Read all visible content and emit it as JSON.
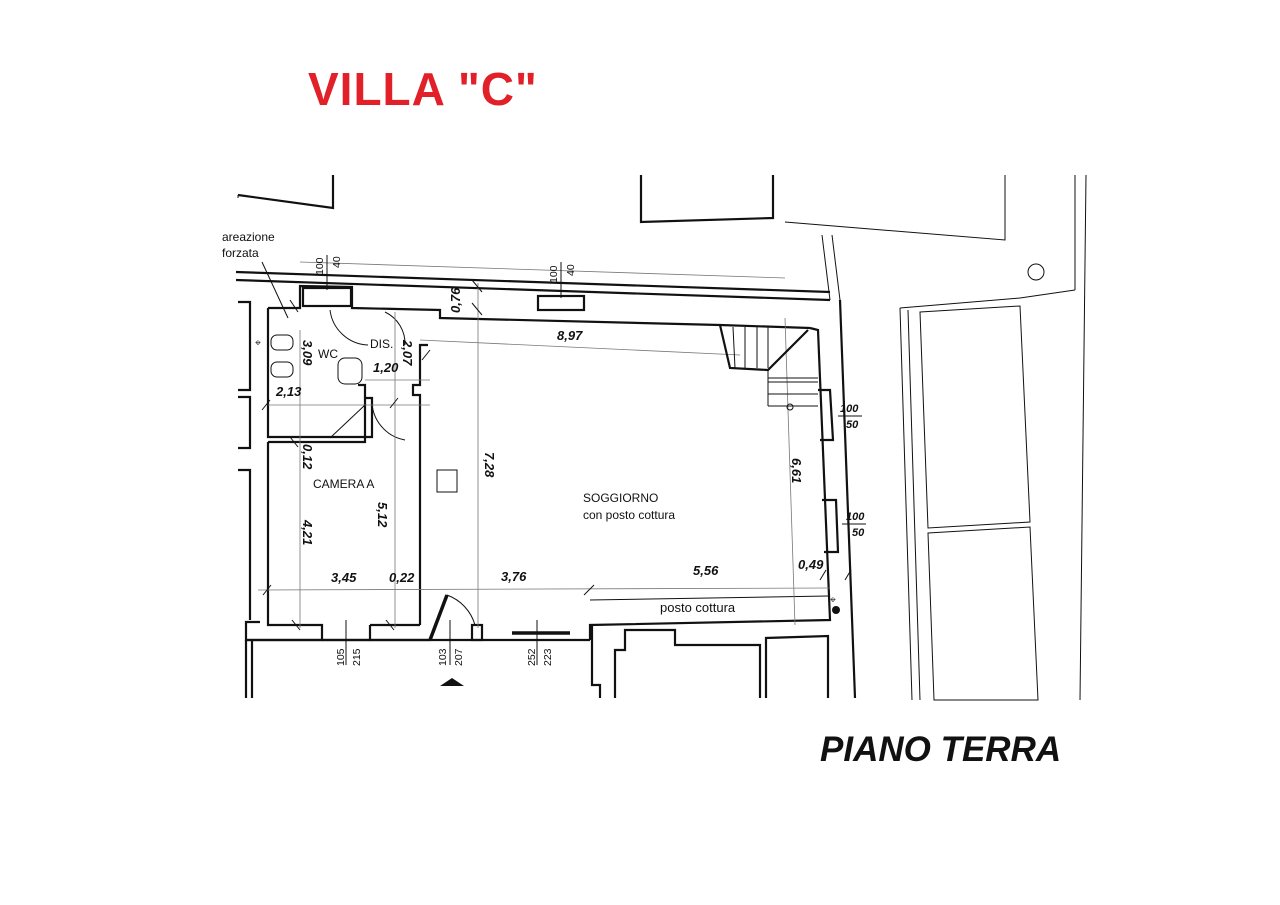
{
  "title": "VILLA \"C\"",
  "subtitle": "PIANO TERRA",
  "colors": {
    "title": "#e2202a",
    "lines": "#111111"
  },
  "rooms": {
    "wc": "WC",
    "dis": "DIS.",
    "camera": "CAMERA A",
    "soggiorno": "SOGGIORNO",
    "soggiorno_sub": "con posto cottura",
    "posto_cottura": "posto cottura"
  },
  "notes": {
    "areazione_1": "areazione",
    "areazione_2": "forzata"
  },
  "dimensions": {
    "wc_h": "3,09",
    "wc_w": "2,13",
    "dis_w": "1,20",
    "dis_h": "2,07",
    "wall_top": "0,76",
    "sogg_w_top": "8,97",
    "wall_mid": "0,12",
    "sogg_h": "7,28",
    "cam_h": "4,21",
    "cam_h2": "5,12",
    "cam_w": "3,45",
    "wall_022": "0,22",
    "d_376": "3,76",
    "d_556": "5,56",
    "d_049": "0,49",
    "stair_h": "6,61"
  },
  "openings": {
    "top_left": [
      "100",
      "40"
    ],
    "top_mid": [
      "100",
      "40"
    ],
    "right_1": [
      "100",
      "50"
    ],
    "right_2": [
      "100",
      "50"
    ],
    "bottom_1": [
      "105",
      "215"
    ],
    "bottom_door": [
      "103",
      "207"
    ],
    "bottom_3": [
      "252",
      "223"
    ]
  }
}
